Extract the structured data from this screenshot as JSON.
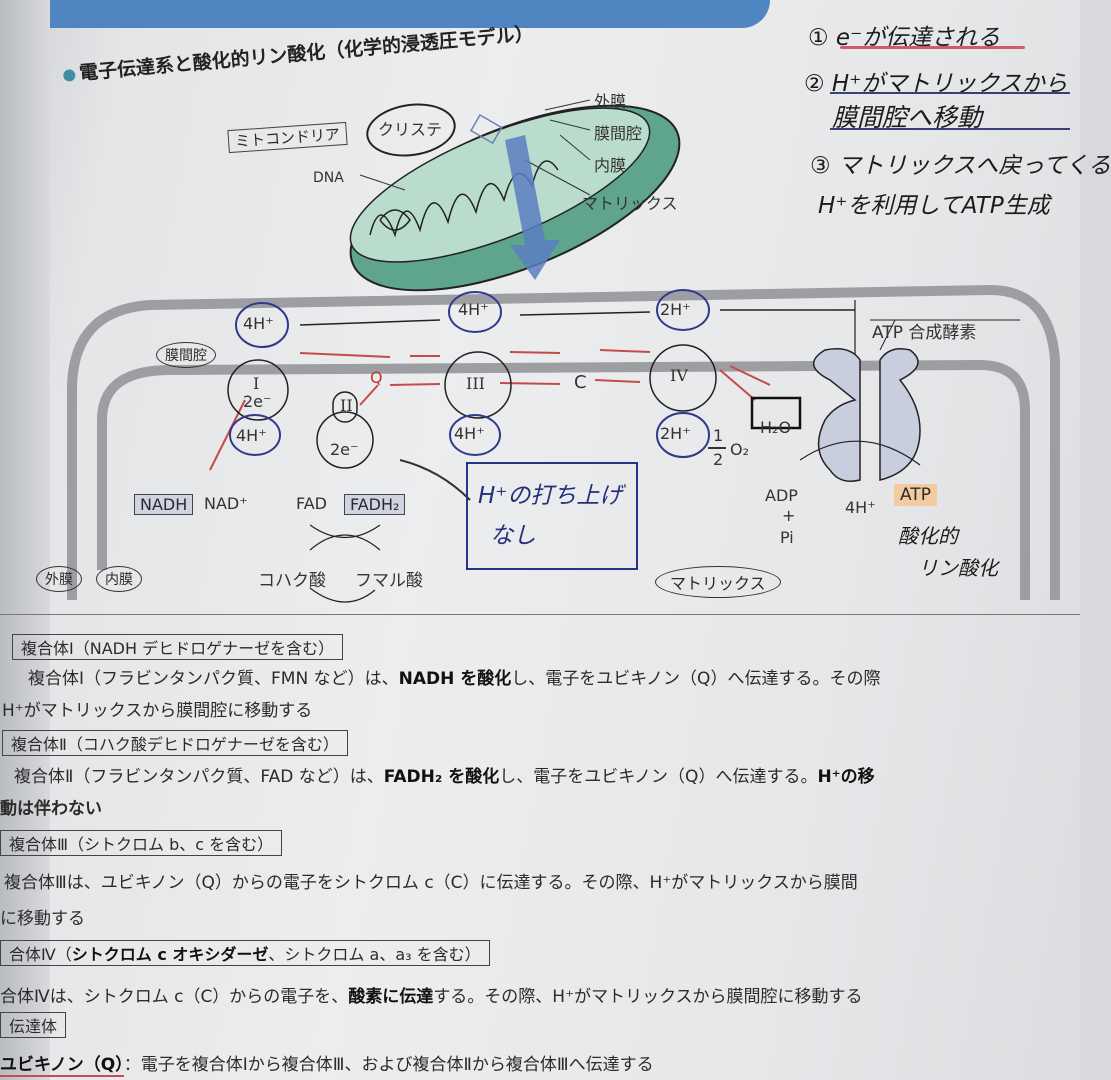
{
  "page": {
    "section_title": "電子伝達系と酸化的リン酸化（化学的浸透圧モデル）"
  },
  "mito_diagram": {
    "box_label": "ミトコンドリア",
    "circled_label": "クリステ",
    "dna_label": "DNA",
    "callouts": [
      "外膜",
      "膜間腔",
      "内膜",
      "マトリックス"
    ]
  },
  "handwritten_notes": {
    "steps": [
      "① e⁻が伝達される",
      "② H⁺がマトリックスから",
      "膜間腔へ移動",
      "③ マトリックスへ戻ってくる",
      "H⁺を利用してATP生成"
    ],
    "box_note_line1": "H⁺の打ち上げ",
    "box_note_line2": "なし",
    "atp_note_line1": "酸化的",
    "atp_note_line2": "リン酸化"
  },
  "etc_diagram": {
    "region_intermembrane": "膜間腔",
    "region_matrix": "マトリックス",
    "outer_membrane": "外膜",
    "inner_membrane": "内膜",
    "complex_I": {
      "label": "I",
      "electrons": "2e⁻",
      "top": "4H⁺",
      "bottom": "4H⁺"
    },
    "complex_II": {
      "label": "II",
      "electrons": "2e⁻"
    },
    "complex_III": {
      "label": "III",
      "top": "4H⁺",
      "bottom": "4H⁺"
    },
    "complex_IV": {
      "label": "IV",
      "top": "2H⁺",
      "bottom": "2H⁺"
    },
    "ubiquinone": "Q",
    "cytochrome_c": "C",
    "nadh": "NADH",
    "nad": "NAD⁺",
    "fad": "FAD",
    "fadh2": "FADH₂",
    "succinate": "コハク酸",
    "fumarate": "フマル酸",
    "half": "1",
    "two": "2",
    "o2": "O₂",
    "h2o": "H₂O",
    "atp_synthase": "ATP 合成酵素",
    "adp": "ADP",
    "plus": "+",
    "pi": "Pi",
    "h_in": "4H⁺",
    "atp": "ATP"
  },
  "text": {
    "c1_head": "複合体Ⅰ（NADH デヒドロゲナーゼを含む）",
    "c1_body_a": "複合体Ⅰ（フラビンタンパク質、FMN など）は、",
    "c1_body_b": "NADH を酸化",
    "c1_body_c": "し、電子をユビキノン（Q）へ伝達する。その際",
    "c1_body_2": "H⁺がマトリックスから膜間腔に移動する",
    "c2_head": "複合体Ⅱ（コハク酸デヒドロゲナーゼを含む）",
    "c2_body_a": "複合体Ⅱ（フラビンタンパク質、FAD など）は、",
    "c2_body_b": "FADH₂ を酸化",
    "c2_body_c": "し、電子をユビキノン（Q）へ伝達する。",
    "c2_body_d": "H⁺の移",
    "c2_body_2": "動は伴わない",
    "c3_head": "複合体Ⅲ（シトクロム b、c を含む）",
    "c3_body": "複合体Ⅲは、ユビキノン（Q）からの電子をシトクロム c（C）に伝達する。その際、H⁺がマトリックスから膜間",
    "c3_body_2": "に移動する",
    "c4_head_a": "合体Ⅳ（",
    "c4_head_b": "シトクロム c オキシダーゼ",
    "c4_head_c": "、シトクロム a、a₃ を含む）",
    "c4_body_a": "合体Ⅳは、シトクロム c（C）からの電子を、",
    "c4_body_b": "酸素に伝達",
    "c4_body_c": "する。その際、H⁺がマトリックスから膜間腔に移動する",
    "carrier_head": "伝達体",
    "q_head": "ユビキノン（Q）",
    "q_body": "：電子を複合体Ⅰから複合体Ⅲ、および複合体Ⅱから複合体Ⅲへ伝達する"
  }
}
